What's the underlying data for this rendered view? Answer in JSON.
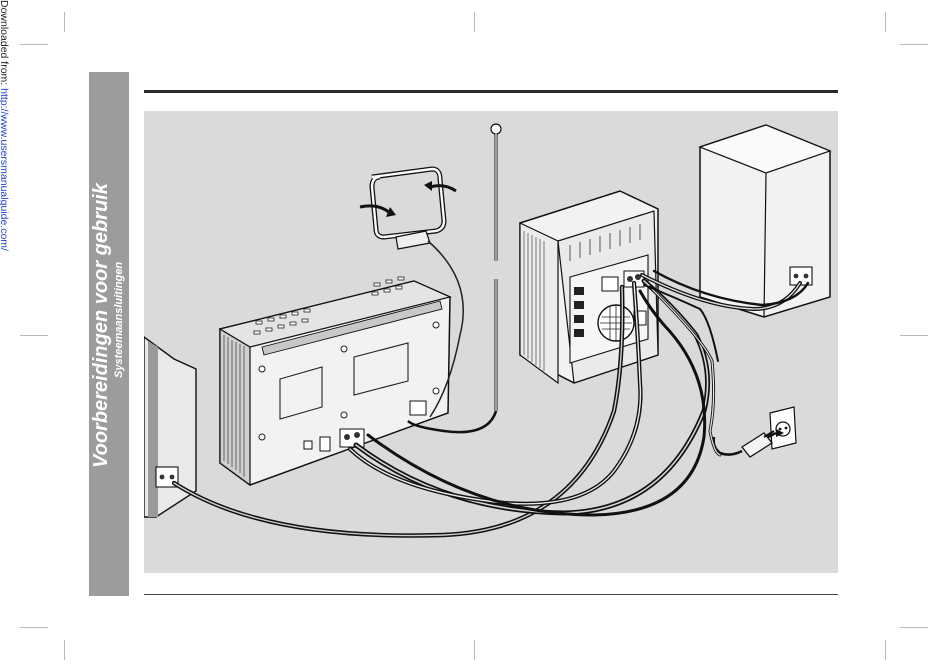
{
  "margin_note": {
    "prefix": "Downloaded from: ",
    "link": "http://www.usersmanualguide.com/"
  },
  "section": {
    "title": "Voorbereidingen voor gebruik",
    "subtitle": "Systeemaansluitingen"
  },
  "figure": {
    "subject": "system connection illustration",
    "icons": [
      "loop-antenna-icon",
      "fm-antenna-icon",
      "main-unit-icon",
      "subwoofer-icon",
      "speaker-icon",
      "wall-outlet-icon",
      "power-plug-icon"
    ]
  },
  "colors": {
    "page": "#ffffff",
    "tab": "#9c9c9c",
    "figure_bg": "#dadada",
    "rule": "#2a2a2a",
    "link": "#1f3fd0"
  }
}
